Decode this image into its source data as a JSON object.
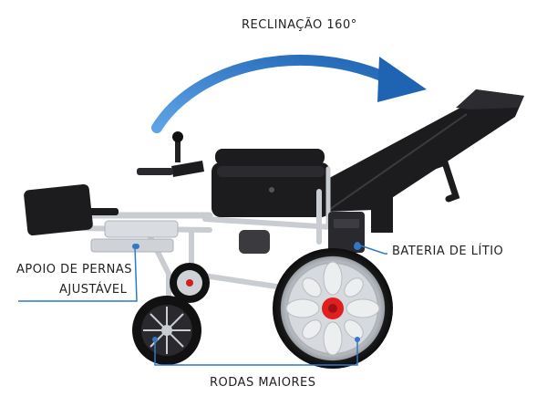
{
  "labels": {
    "recline": "RECLINAÇÃO 160°",
    "battery": "BATERIA DE LÍTIO",
    "leg_support_line1": "APOIO DE PERNAS",
    "leg_support_line2": "AJUSTÁVEL",
    "wheels": "RODAS MAIORES"
  },
  "colors": {
    "accent": "#2f79c9",
    "frame": "#c9ccd1",
    "upholstery": "#1c1c1e",
    "hub": "#e02020"
  }
}
